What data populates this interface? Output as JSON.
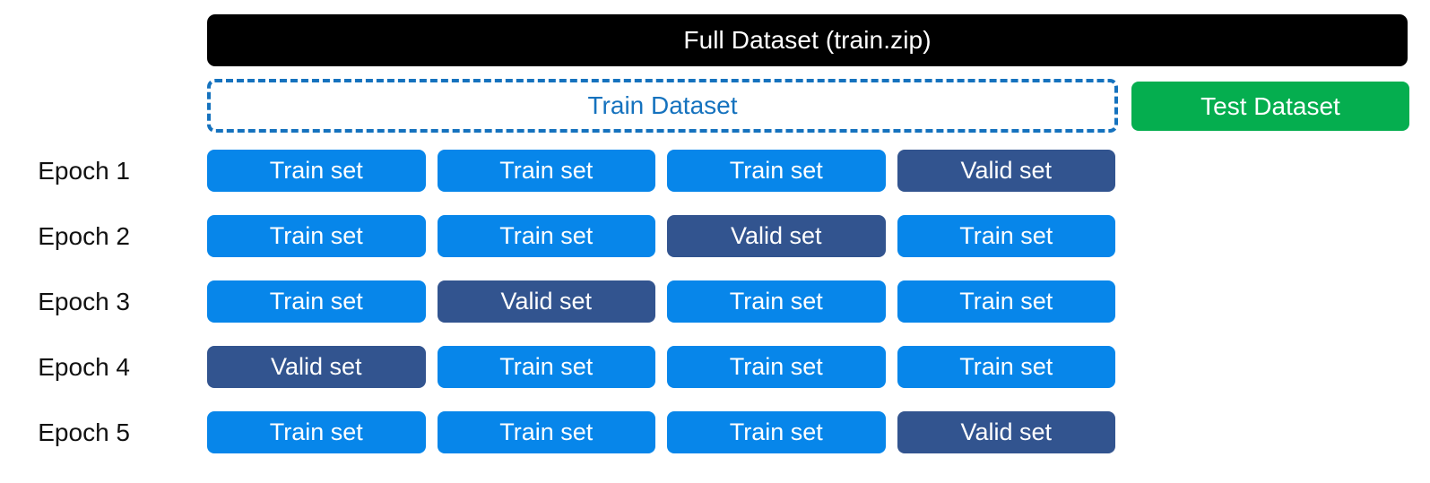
{
  "colors": {
    "full_dataset_bg": "#000000",
    "train_dataset_border": "#1572be",
    "train_dataset_text": "#1572be",
    "test_dataset_bg": "#05ae4f",
    "train_set_bg": "#0786ea",
    "valid_set_bg": "#32548f",
    "label_text": "#111111",
    "box_text": "#ffffff",
    "page_bg": "#ffffff"
  },
  "full_dataset": {
    "label": "Full Dataset (train.zip)"
  },
  "train_dataset": {
    "label": "Train Dataset"
  },
  "test_dataset": {
    "label": "Test Dataset"
  },
  "fold_labels": {
    "train": "Train set",
    "valid": "Valid set"
  },
  "epochs": [
    {
      "label": "Epoch 1",
      "folds": [
        {
          "type": "train",
          "label": "Train set"
        },
        {
          "type": "train",
          "label": "Train set"
        },
        {
          "type": "train",
          "label": "Train set"
        },
        {
          "type": "valid",
          "label": "Valid set"
        }
      ]
    },
    {
      "label": "Epoch 2",
      "folds": [
        {
          "type": "train",
          "label": "Train set"
        },
        {
          "type": "train",
          "label": "Train set"
        },
        {
          "type": "valid",
          "label": "Valid set"
        },
        {
          "type": "train",
          "label": "Train set"
        }
      ]
    },
    {
      "label": "Epoch 3",
      "folds": [
        {
          "type": "train",
          "label": "Train set"
        },
        {
          "type": "valid",
          "label": "Valid set"
        },
        {
          "type": "train",
          "label": "Train set"
        },
        {
          "type": "train",
          "label": "Train set"
        }
      ]
    },
    {
      "label": "Epoch 4",
      "folds": [
        {
          "type": "valid",
          "label": "Valid set"
        },
        {
          "type": "train",
          "label": "Train set"
        },
        {
          "type": "train",
          "label": "Train set"
        },
        {
          "type": "train",
          "label": "Train set"
        }
      ]
    },
    {
      "label": "Epoch 5",
      "folds": [
        {
          "type": "train",
          "label": "Train set"
        },
        {
          "type": "train",
          "label": "Train set"
        },
        {
          "type": "train",
          "label": "Train set"
        },
        {
          "type": "valid",
          "label": "Valid set"
        }
      ]
    }
  ]
}
